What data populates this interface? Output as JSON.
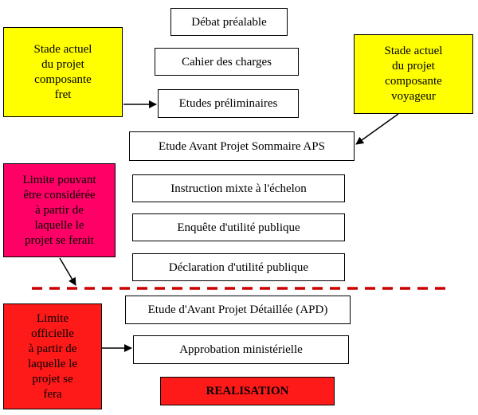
{
  "steps": [
    "Débat préalable",
    "Cahier des charges",
    "Etudes préliminaires",
    "Etude Avant Projet Sommaire APS",
    "Instruction mixte à l'échelon",
    "Enquête d'utilité publique",
    "Déclaration d'utilité publique",
    "Etude d'Avant Projet Détaillée (APD)",
    "Approbation ministérielle",
    "REALISATION"
  ],
  "notes": {
    "fret": "Stade actuel\ndu projet\ncomposante\nfret",
    "voyageur": "Stade actuel\ndu projet\ncomposante\nvoyageur",
    "limite_pouvant": "Limite pouvant\nêtre considérée\nà partir de\nlaquelle le\nprojet se ferait",
    "limite_officielle": "Limite\nofficielle\nà partir de\nlaquelle le\nprojet se\nfera"
  },
  "colors": {
    "yellow": "#ffff00",
    "pink": "#ff0066",
    "red": "#ff1a1a",
    "dashed_line": "#cc0000"
  }
}
